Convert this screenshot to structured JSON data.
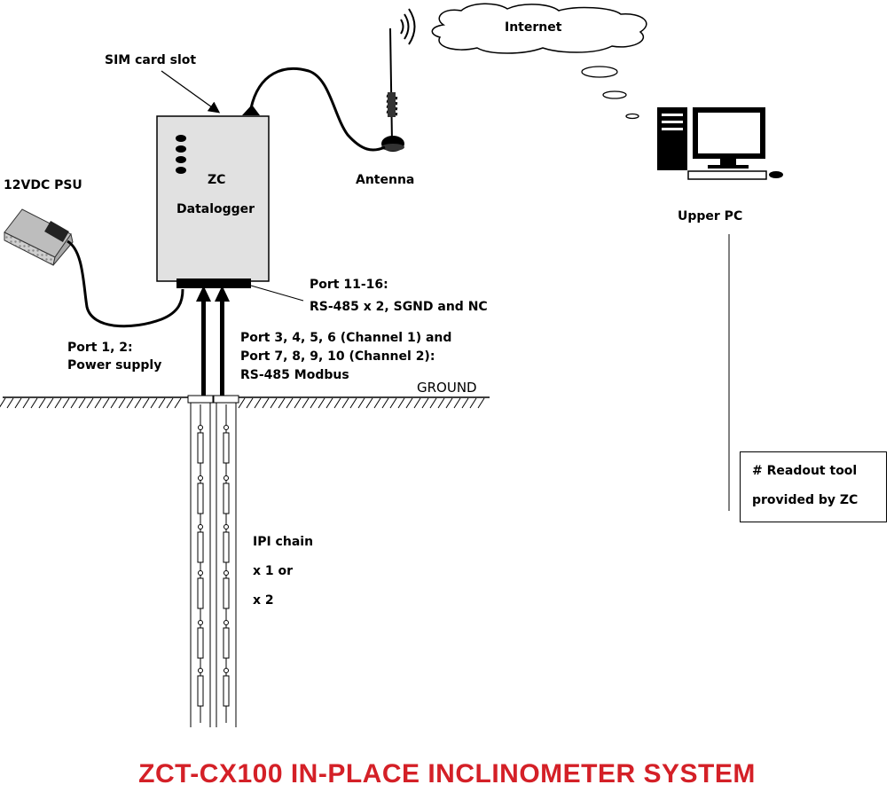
{
  "title": "ZCT-CX100 IN-PLACE INCLINOMETER SYSTEM",
  "title_color": "#d42027",
  "labels": {
    "internet": "Internet",
    "sim_slot": "SIM card slot",
    "psu": "12VDC PSU",
    "zc": "ZC",
    "datalogger": "Datalogger",
    "antenna": "Antenna",
    "upper_pc": "Upper PC",
    "port_11_16_line1": "Port 11-16:",
    "port_11_16_line2": "RS-485 x 2, SGND and NC",
    "port_1_2_line1": "Port 1, 2:",
    "port_1_2_line2": "Power supply",
    "port_3_10_line1": "Port 3, 4, 5, 6 (Channel 1) and",
    "port_3_10_line2": "Port 7, 8, 9, 10 (Channel 2):",
    "port_3_10_line3": "RS-485 Modbus",
    "ground": "GROUND",
    "ipi_line1": "IPI chain",
    "ipi_line2": "x 1 or",
    "ipi_line3": "x 2",
    "readout_line1": "# Readout tool",
    "readout_line2": "provided by ZC"
  },
  "icons": [
    "cloud-icon",
    "antenna-icon",
    "computer-icon",
    "power-supply-icon",
    "datalogger-box"
  ]
}
